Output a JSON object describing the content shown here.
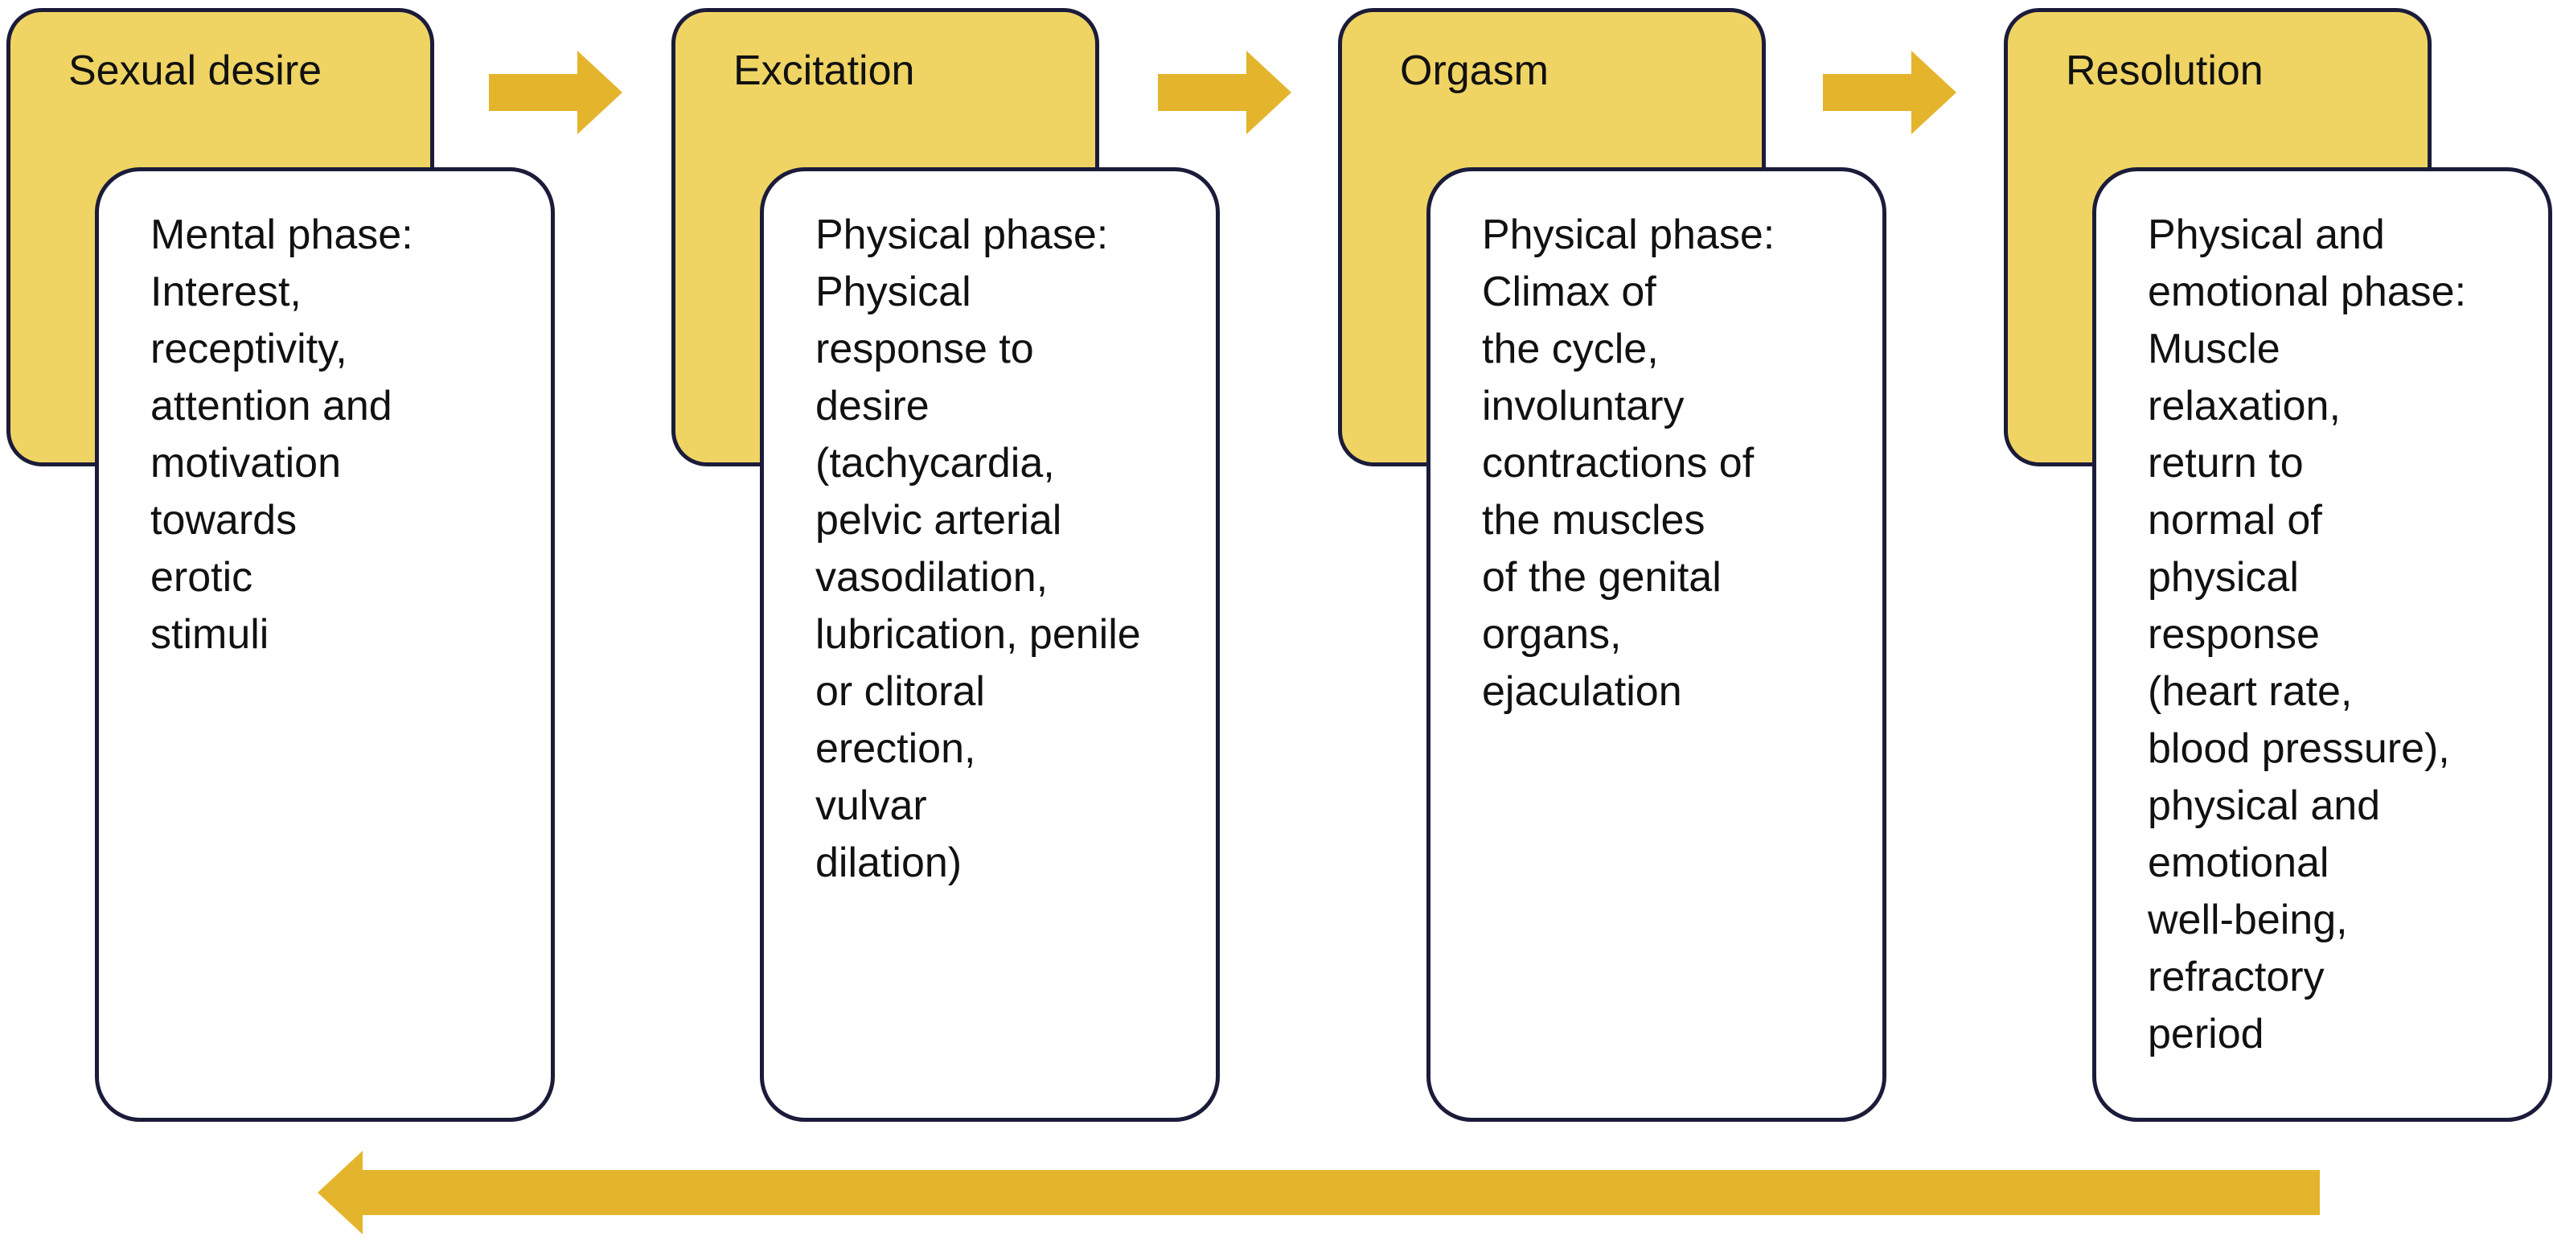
{
  "colors": {
    "stage_fill": "#efd464",
    "border": "#1b1c3a",
    "arrow": "#e4b52c",
    "card_fill": "#ffffff"
  },
  "stages": [
    {
      "title": "Sexual desire",
      "description": "Mental phase:\nInterest,\nreceptivity,\nattention and\nmotivation\ntowards\nerotic\nstimuli"
    },
    {
      "title": "Excitation",
      "description": "Physical phase:\nPhysical\nresponse to\ndesire\n(tachycardia,\npelvic arterial\nvasodilation,\nlubrication, penile\nor clitoral\nerection,\nvulvar\ndilation)"
    },
    {
      "title": "Orgasm",
      "description": "Physical phase:\nClimax of\nthe cycle,\ninvoluntary\ncontractions of\nthe muscles\nof the genital\norgans,\nejaculation"
    },
    {
      "title": "Resolution",
      "description": "Physical and\nemotional phase:\nMuscle\nrelaxation,\nreturn to\nnormal of\nphysical\nresponse\n(heart rate,\nblood pressure),\nphysical and\nemotional\nwell-being,\nrefractory\nperiod"
    }
  ]
}
